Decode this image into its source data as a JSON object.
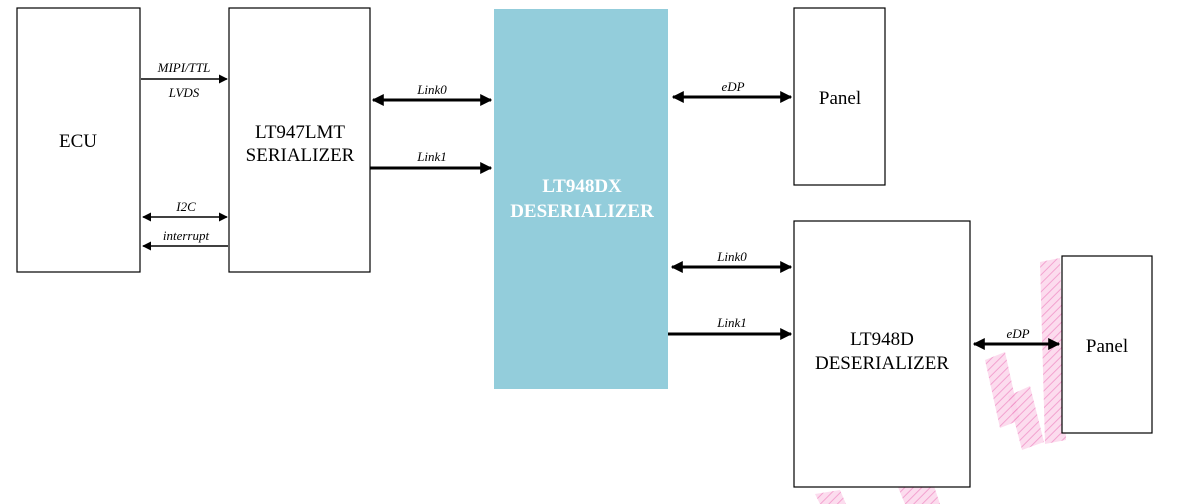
{
  "colors": {
    "deserializer_fill": "#93cddb",
    "watermark": "#f4a6d2"
  },
  "blocks": {
    "ecu": "ECU",
    "serializer": {
      "line1": "LT947LMT",
      "line2": "SERIALIZER"
    },
    "deserializer_dx": {
      "line1": "LT948DX",
      "line2": "DESERIALIZER"
    },
    "panel_top": "Panel",
    "deserializer_d": {
      "line1": "LT948D",
      "line2": "DESERIALIZER"
    },
    "panel_bottom": "Panel"
  },
  "signals": {
    "mipi_ttl": "MIPI/TTL",
    "lvds": "LVDS",
    "i2c": "I2C",
    "interrupt": "interrupt",
    "link0_top": "Link0",
    "link1_top": "Link1",
    "edp_top": "eDP",
    "link0_bottom": "Link0",
    "link1_bottom": "Link1",
    "edp_bottom": "eDP"
  }
}
